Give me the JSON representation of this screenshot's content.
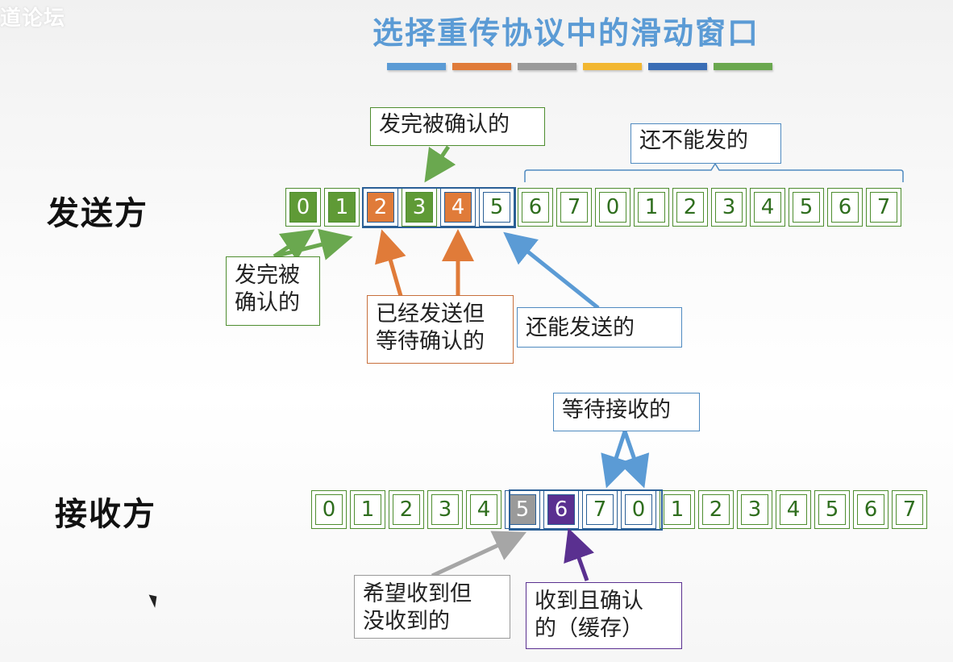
{
  "watermark": "道论坛",
  "title": "选择重传协议中的滑动窗口",
  "color_bars": [
    "#5b9bd5",
    "#e07b39",
    "#9a9a9a",
    "#f2b731",
    "#3a6db5",
    "#6aa84f"
  ],
  "sender": {
    "label": "发送方",
    "cells": [
      "0",
      "1",
      "2",
      "3",
      "4",
      "5",
      "6",
      "7",
      "0",
      "1",
      "2",
      "3",
      "4",
      "5",
      "6",
      "7"
    ],
    "states": [
      "green",
      "green",
      "orange",
      "green",
      "orange",
      "blue",
      "plain",
      "plain",
      "plain",
      "plain",
      "plain",
      "plain",
      "plain",
      "plain",
      "plain",
      "plain"
    ],
    "callouts": {
      "sent_acked_top": "发完被确认的",
      "cannot_send": "还不能发的",
      "sent_acked_left": "发完被\n确认的",
      "sent_waiting": "已经发送但\n等待确认的",
      "can_send": "还能发送的"
    }
  },
  "receiver": {
    "label": "接收方",
    "cells": [
      "0",
      "1",
      "2",
      "3",
      "4",
      "5",
      "6",
      "7",
      "0",
      "1",
      "2",
      "3",
      "4",
      "5",
      "6",
      "7"
    ],
    "states": [
      "plain",
      "plain",
      "plain",
      "plain",
      "plain",
      "gray",
      "purple",
      "blue",
      "blue",
      "plain",
      "plain",
      "plain",
      "plain",
      "plain",
      "plain",
      "plain"
    ],
    "callouts": {
      "waiting_receive": "等待接收的",
      "expected_not_received": "希望收到但\n没收到的",
      "received_acked": "收到且确认\n的（缓存）"
    }
  },
  "colors": {
    "green": "#5f9a36",
    "orange": "#e07b39",
    "window_blue": "#2a5f96",
    "arrow_blue": "#5b9bd5",
    "arrow_gray": "#a6a6a6",
    "arrow_purple": "#5a3090"
  }
}
